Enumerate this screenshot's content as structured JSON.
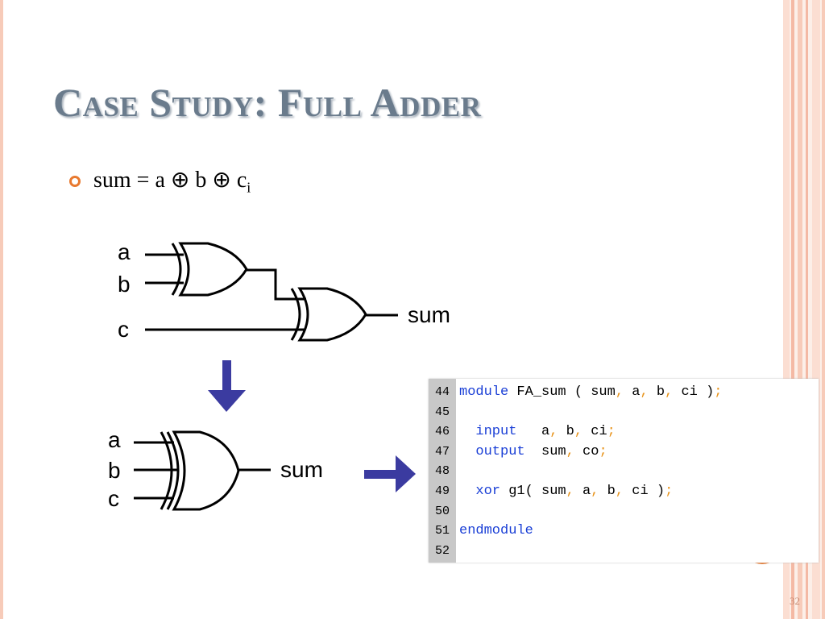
{
  "slide": {
    "title": "Case Study: Full Adder",
    "page_number": "32"
  },
  "bullet": {
    "prefix": "sum = a ⊕ b ⊕ c",
    "subscript": "i"
  },
  "diagram_top": {
    "input_a": "a",
    "input_b": "b",
    "input_c": "c",
    "output": "sum"
  },
  "diagram_bottom": {
    "input_a": "a",
    "input_b": "b",
    "input_c": "c",
    "output": "sum"
  },
  "code": {
    "lines": [
      {
        "num": "44",
        "tokens": [
          [
            "kw",
            "module"
          ],
          [
            "",
            ""
          ],
          [
            "",
            " FA_sum ( sum"
          ],
          [
            "pn",
            ","
          ],
          [
            "",
            " a"
          ],
          [
            "pn",
            ","
          ],
          [
            "",
            " b"
          ],
          [
            "pn",
            ","
          ],
          [
            "",
            " ci )"
          ],
          [
            "pn",
            ";"
          ]
        ]
      },
      {
        "num": "45",
        "tokens": []
      },
      {
        "num": "46",
        "tokens": [
          [
            "",
            "  "
          ],
          [
            "kw",
            "input"
          ],
          [
            "",
            "   a"
          ],
          [
            "pn",
            ","
          ],
          [
            "",
            " b"
          ],
          [
            "pn",
            ","
          ],
          [
            "",
            " ci"
          ],
          [
            "pn",
            ";"
          ]
        ]
      },
      {
        "num": "47",
        "tokens": [
          [
            "",
            "  "
          ],
          [
            "kw",
            "output"
          ],
          [
            "",
            "  sum"
          ],
          [
            "pn",
            ","
          ],
          [
            "",
            " co"
          ],
          [
            "pn",
            ";"
          ]
        ]
      },
      {
        "num": "48",
        "tokens": []
      },
      {
        "num": "49",
        "tokens": [
          [
            "",
            "  "
          ],
          [
            "kw",
            "xor"
          ],
          [
            "",
            " g1( sum"
          ],
          [
            "pn",
            ","
          ],
          [
            "",
            " a"
          ],
          [
            "pn",
            ","
          ],
          [
            "",
            " b"
          ],
          [
            "pn",
            ","
          ],
          [
            "",
            " ci )"
          ],
          [
            "pn",
            ";"
          ]
        ]
      },
      {
        "num": "50",
        "tokens": []
      },
      {
        "num": "51",
        "tokens": [
          [
            "kw",
            "endmodule"
          ]
        ]
      },
      {
        "num": "52",
        "tokens": []
      }
    ]
  },
  "colors": {
    "accent": "#e8792f",
    "title": "#6a7b8c",
    "arrow": "#3b3ba0",
    "keyword": "#1a3fd6",
    "punctuation": "#e8941c"
  }
}
